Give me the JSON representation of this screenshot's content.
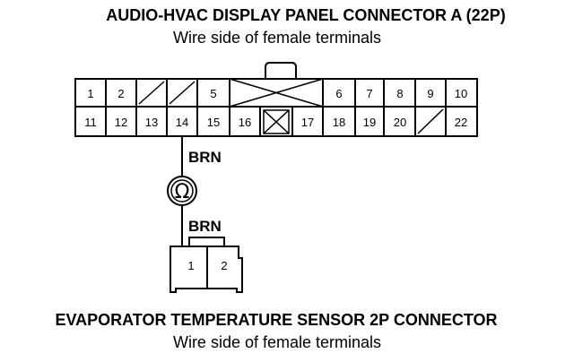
{
  "connector_a": {
    "title": "AUDIO-HVAC DISPLAY PANEL CONNECTOR A (22P)",
    "subtitle": "Wire side of female terminals",
    "top_pins": [
      "1",
      "2",
      "",
      "",
      "5",
      "",
      "6",
      "7",
      "8",
      "9",
      "10"
    ],
    "bottom_pins": [
      "11",
      "12",
      "13",
      "14",
      "15",
      "16",
      "",
      "17",
      "18",
      "19",
      "20",
      "",
      "22"
    ]
  },
  "wire_upper_label": "BRN",
  "ohmmeter_symbol": "Ω",
  "wire_lower_label": "BRN",
  "sensor_connector": {
    "pins": [
      "1",
      "2"
    ],
    "title": "EVAPORATOR TEMPERATURE SENSOR 2P CONNECTOR",
    "subtitle": "Wire side of female terminals"
  }
}
